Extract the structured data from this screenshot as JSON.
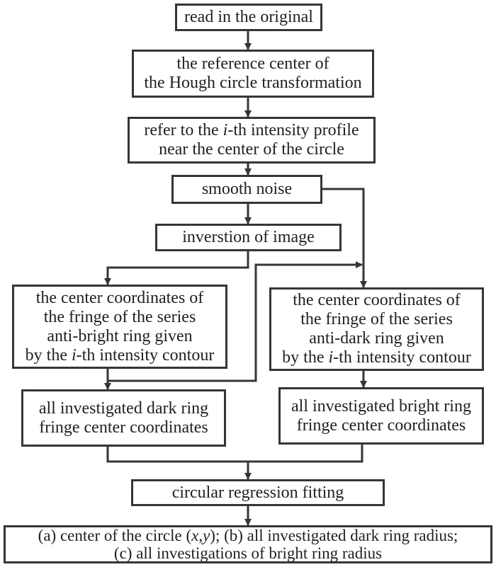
{
  "diagram": {
    "type": "flowchart",
    "colors": {
      "stroke": "#3b3336",
      "text": "#231f20",
      "background": "#ffffff"
    },
    "nodes": {
      "read_original": {
        "lines": [
          "read in the original"
        ]
      },
      "hough_center": {
        "lines": [
          "the reference center of",
          "the Hough circle transformation"
        ]
      },
      "intensity_profile": {
        "line1_pre": "refer to the ",
        "line1_italic": "i",
        "line1_post": "-th intensity profile",
        "line2": "near the center of the circle"
      },
      "smooth_noise": {
        "lines": [
          "smooth noise"
        ]
      },
      "inversion": {
        "lines": [
          "inverstion of image"
        ]
      },
      "anti_bright": {
        "line1": "the center coordinates of",
        "line2": "the fringe of the series",
        "line3": "anti-bright ring given",
        "line4_pre": "by the ",
        "line4_italic": "i",
        "line4_post": "-th intensity contour"
      },
      "anti_dark": {
        "line1": "the center coordinates of",
        "line2": "the fringe of the series",
        "line3": "anti-dark ring given",
        "line4_pre": "by the ",
        "line4_italic": "i",
        "line4_post": "-th intensity contour"
      },
      "dark_ring_centers": {
        "lines": [
          "all investigated dark ring",
          "fringe center coordinates"
        ]
      },
      "bright_ring_centers": {
        "lines": [
          "all investigated bright ring",
          "fringe center coordinates"
        ]
      },
      "circular_regression": {
        "lines": [
          "circular regression fitting"
        ]
      },
      "results": {
        "l1_a": "(a) center of the circle (",
        "l1_x": "x",
        "l1_comma": ",",
        "l1_y": "y",
        "l1_b": "); (b) all investigated dark ring radius;",
        "line2": "(c) all investigations of bright ring radius"
      }
    },
    "edges": [
      [
        "read_original",
        "hough_center"
      ],
      [
        "hough_center",
        "intensity_profile"
      ],
      [
        "intensity_profile",
        "smooth_noise"
      ],
      [
        "smooth_noise",
        "inversion"
      ],
      [
        "smooth_noise",
        "anti_dark"
      ],
      [
        "inversion",
        "anti_bright"
      ],
      [
        "anti_bright",
        "dark_ring_centers"
      ],
      [
        "anti_bright",
        "anti_dark"
      ],
      [
        "anti_dark",
        "bright_ring_centers"
      ],
      [
        "dark_ring_centers",
        "circular_regression"
      ],
      [
        "bright_ring_centers",
        "circular_regression"
      ],
      [
        "circular_regression",
        "results"
      ]
    ]
  }
}
